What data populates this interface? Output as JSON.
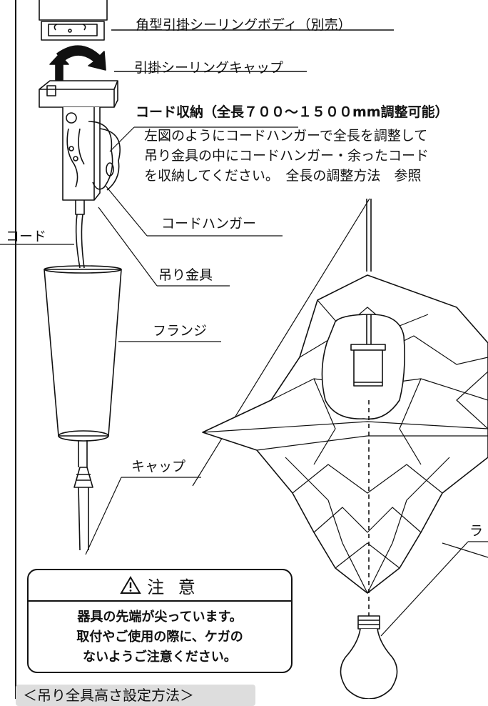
{
  "labels": {
    "ceiling_body": "角型引掛シーリングボディ（別売）",
    "ceiling_cap": "引掛シーリングキャップ",
    "cord_storage_title": "コード収納（全長７００～１５００mm調整可能）",
    "cord_storage_lines": [
      "左図のようにコードハンガーで全長を調整して",
      "吊り金具の中にコードハンガー・余ったコード",
      "を収納してください。　全長の調整方法　参照"
    ],
    "cord_hanger": "コードハンガー",
    "cord": "コード",
    "hanging_bracket": "吊り金具",
    "flange": "フランジ",
    "cap": "キャップ",
    "bulb_label_partial": "ラ"
  },
  "caution": {
    "title": "注 意",
    "icon": "warning-triangle-icon",
    "lines": [
      "器具の先端が尖っています。",
      "取付やご使用の際に、ケガの",
      "ないようご注意ください。"
    ]
  },
  "bottom_heading": "＜吊り全具高さ設定方法＞"
}
